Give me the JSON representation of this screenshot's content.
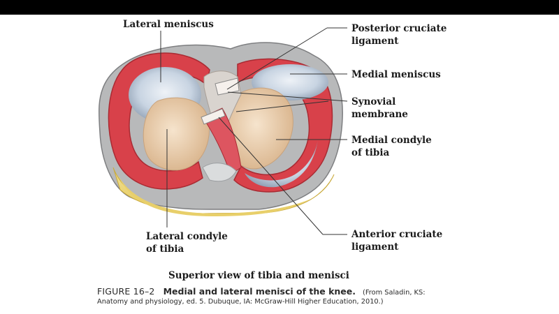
{
  "labels": {
    "lateral_meniscus": "Lateral meniscus",
    "posterior_cruciate_l1": "Posterior cruciate",
    "posterior_cruciate_l2": "ligament",
    "medial_meniscus": "Medial meniscus",
    "synovial_l1": "Synovial",
    "synovial_l2": "membrane",
    "medial_condyle_l1": "Medial condyle",
    "medial_condyle_l2": "of tibia",
    "lateral_condyle_l1": "Lateral condyle",
    "lateral_condyle_l2": "of tibia",
    "anterior_cruciate_l1": "Anterior cruciate",
    "anterior_cruciate_l2": "ligament"
  },
  "subtitle": "Superior view of tibia and menisci",
  "caption": {
    "figure_number": "FIGURE 16–2",
    "figure_title": "Medial and lateral menisci of the knee.",
    "source_line1": "(From Saladin, KS:",
    "source_line2": "Anatomy and physiology, ed. 5. Dubuque, IA: McGraw-Hill Higher Education, 2010.)"
  },
  "colors": {
    "meniscus_rim": "#d8414a",
    "meniscus_fill": "#c9d6e4",
    "condyle_fill": "#ecd2b4",
    "fat_fill": "#f0dc7e",
    "capsule_fill": "#b3b5b6"
  }
}
